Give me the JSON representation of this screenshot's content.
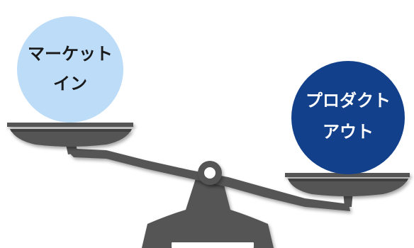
{
  "left_ball": {
    "line1": "マーケット",
    "line2": "イン"
  },
  "right_ball": {
    "line1": "プロダクト",
    "line2": "アウト"
  },
  "colors": {
    "scale": "#555555",
    "pan_shade": "#3f3f3f",
    "left_ball_fill": "#bddcf8",
    "left_ball_text": "#1a1a1a",
    "right_ball_fill": "#12408a",
    "right_ball_text": "#ffffff"
  }
}
